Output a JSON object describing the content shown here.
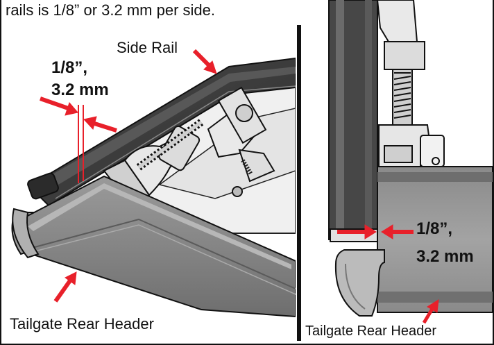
{
  "caption": "rails is 1/8” or 3.2 mm per side.",
  "left_panel": {
    "measure_fraction": "1/8”,",
    "measure_metric": "3.2 mm",
    "side_rail_label": "Side Rail",
    "header_label": "Tailgate Rear Header"
  },
  "right_panel": {
    "measure_fraction": "1/8”,",
    "measure_metric": "3.2 mm",
    "header_label": "Tailgate Rear Header"
  },
  "colors": {
    "arrow": "#e8202a",
    "metal_dark": "#3a3a3a",
    "metal_mid": "#8f8f8f",
    "metal_light": "#d6d6d6",
    "outline": "#111111"
  }
}
